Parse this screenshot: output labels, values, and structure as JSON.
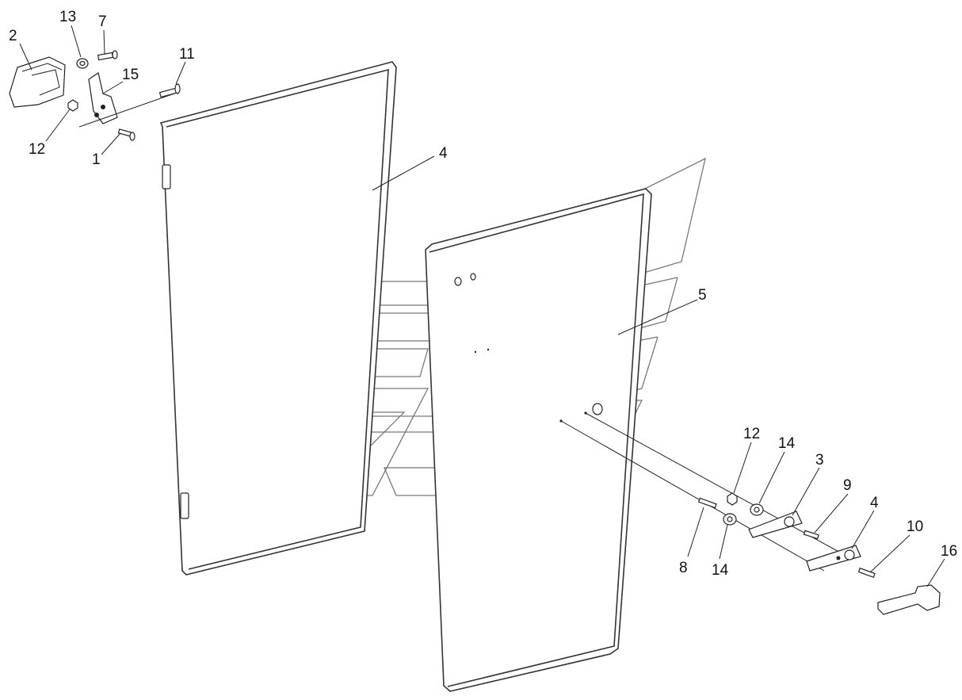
{
  "callouts": {
    "c2": "2",
    "c13": "13",
    "c7": "7",
    "c11": "11",
    "c15": "15",
    "c12a": "12",
    "c1": "1",
    "c4a": "4",
    "c5": "5",
    "c12b": "12",
    "c14a": "14",
    "c3": "3",
    "c9": "9",
    "c4b": "4",
    "c10": "10",
    "c16": "16",
    "c8": "8",
    "c14b": "14"
  }
}
